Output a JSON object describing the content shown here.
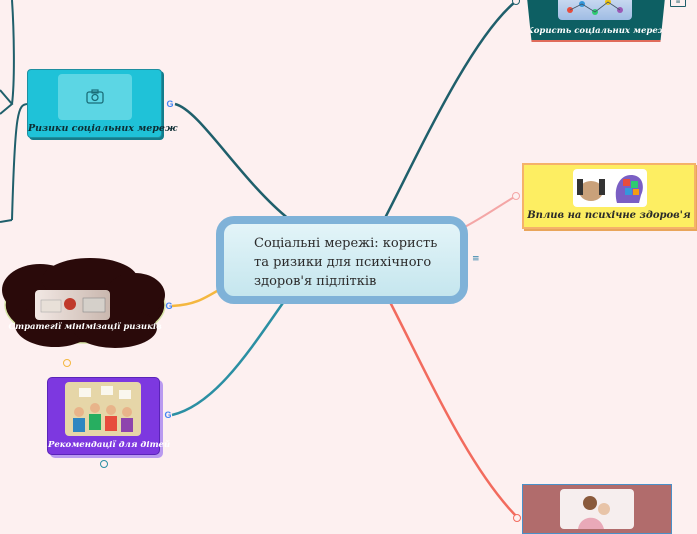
{
  "central": {
    "title": "Соціальні мережі: користь та ризики для психічного здоров'я підлітків",
    "line1": "Соціальні мережі: користь",
    "line2": "та ризики для психічного",
    "line3": "здоров'я підлітків"
  },
  "nodes": {
    "benefit": {
      "label": "Користь соціальних мереж"
    },
    "risks": {
      "label": "Ризики соціальних мереж"
    },
    "mental": {
      "label": "Вплив на психічне здоров'я"
    },
    "strategies": {
      "label": "Стратегії мінімізації ризиків"
    },
    "recommendations": {
      "label": "Рекомендації для дітей"
    }
  },
  "colors": {
    "background": "#fdf0f0",
    "central_border": "#7fb2d8",
    "central_fill": "#d2ecf3",
    "risks_fill": "#1fc2d8",
    "mental_fill": "#fdee62",
    "mental_border": "#f5b26a",
    "strategies_fill": "#2a0a0a",
    "recommendations_fill": "#7d38e0",
    "benefit_fill": "#0d5f63",
    "bottom_fill": "#b16c6c",
    "line_dark_teal": "#1f5f6b",
    "line_teal": "#2b8fa3",
    "line_orange": "#f4b73f",
    "line_red": "#f26b5e",
    "line_pink": "#f4a6a6"
  },
  "icons": {
    "camera": "camera-icon",
    "notes": "notes-icon",
    "google": "google-icon"
  }
}
